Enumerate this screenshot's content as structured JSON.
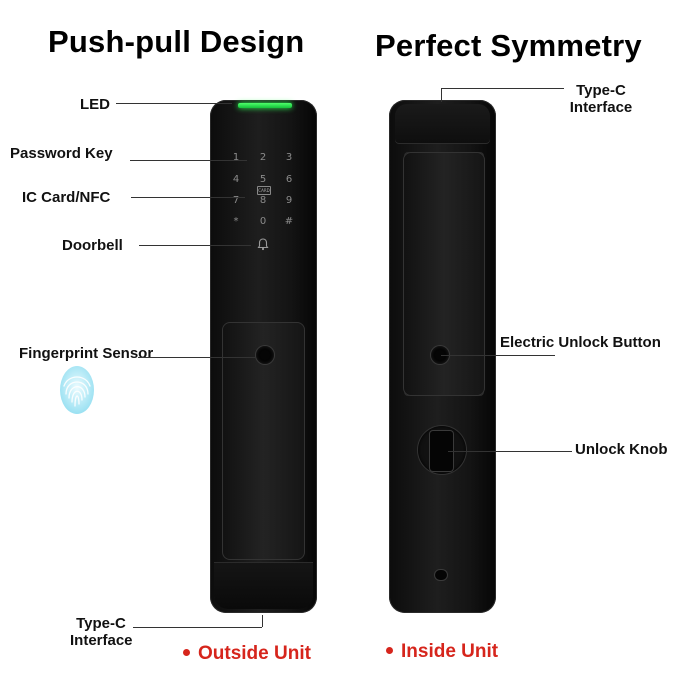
{
  "headings": {
    "left": "Push-pull Design",
    "right": "Perfect Symmetry"
  },
  "outside_labels": {
    "led": "LED",
    "password_key": "Password Key",
    "ic_card": "IC Card/NFC",
    "doorbell": "Doorbell",
    "fingerprint": "Fingerprint Sensor",
    "type_c_line1": "Type-C",
    "type_c_line2": "Interface"
  },
  "inside_labels": {
    "type_c_line1": "Type-C",
    "type_c_line2": "Interface",
    "electric_unlock": "Electric Unlock Button",
    "unlock_knob": "Unlock Knob"
  },
  "keypad": {
    "row1": [
      "1",
      "2",
      "3"
    ],
    "row2": [
      "4",
      "5",
      "6"
    ],
    "row3": [
      "7",
      "8",
      "9"
    ],
    "row4": [
      "*",
      "0",
      "#"
    ],
    "card_label": "CARD"
  },
  "captions": {
    "outside": "Outside Unit",
    "inside": "Inside Unit"
  },
  "colors": {
    "caption_red": "#d6251c",
    "led_green": "#2cff55",
    "lock_body": "#141414",
    "fingerprint_icon": "#7fd8ee"
  },
  "icons": {
    "doorbell": "bell-icon",
    "fingerprint": "fingerprint-icon"
  }
}
